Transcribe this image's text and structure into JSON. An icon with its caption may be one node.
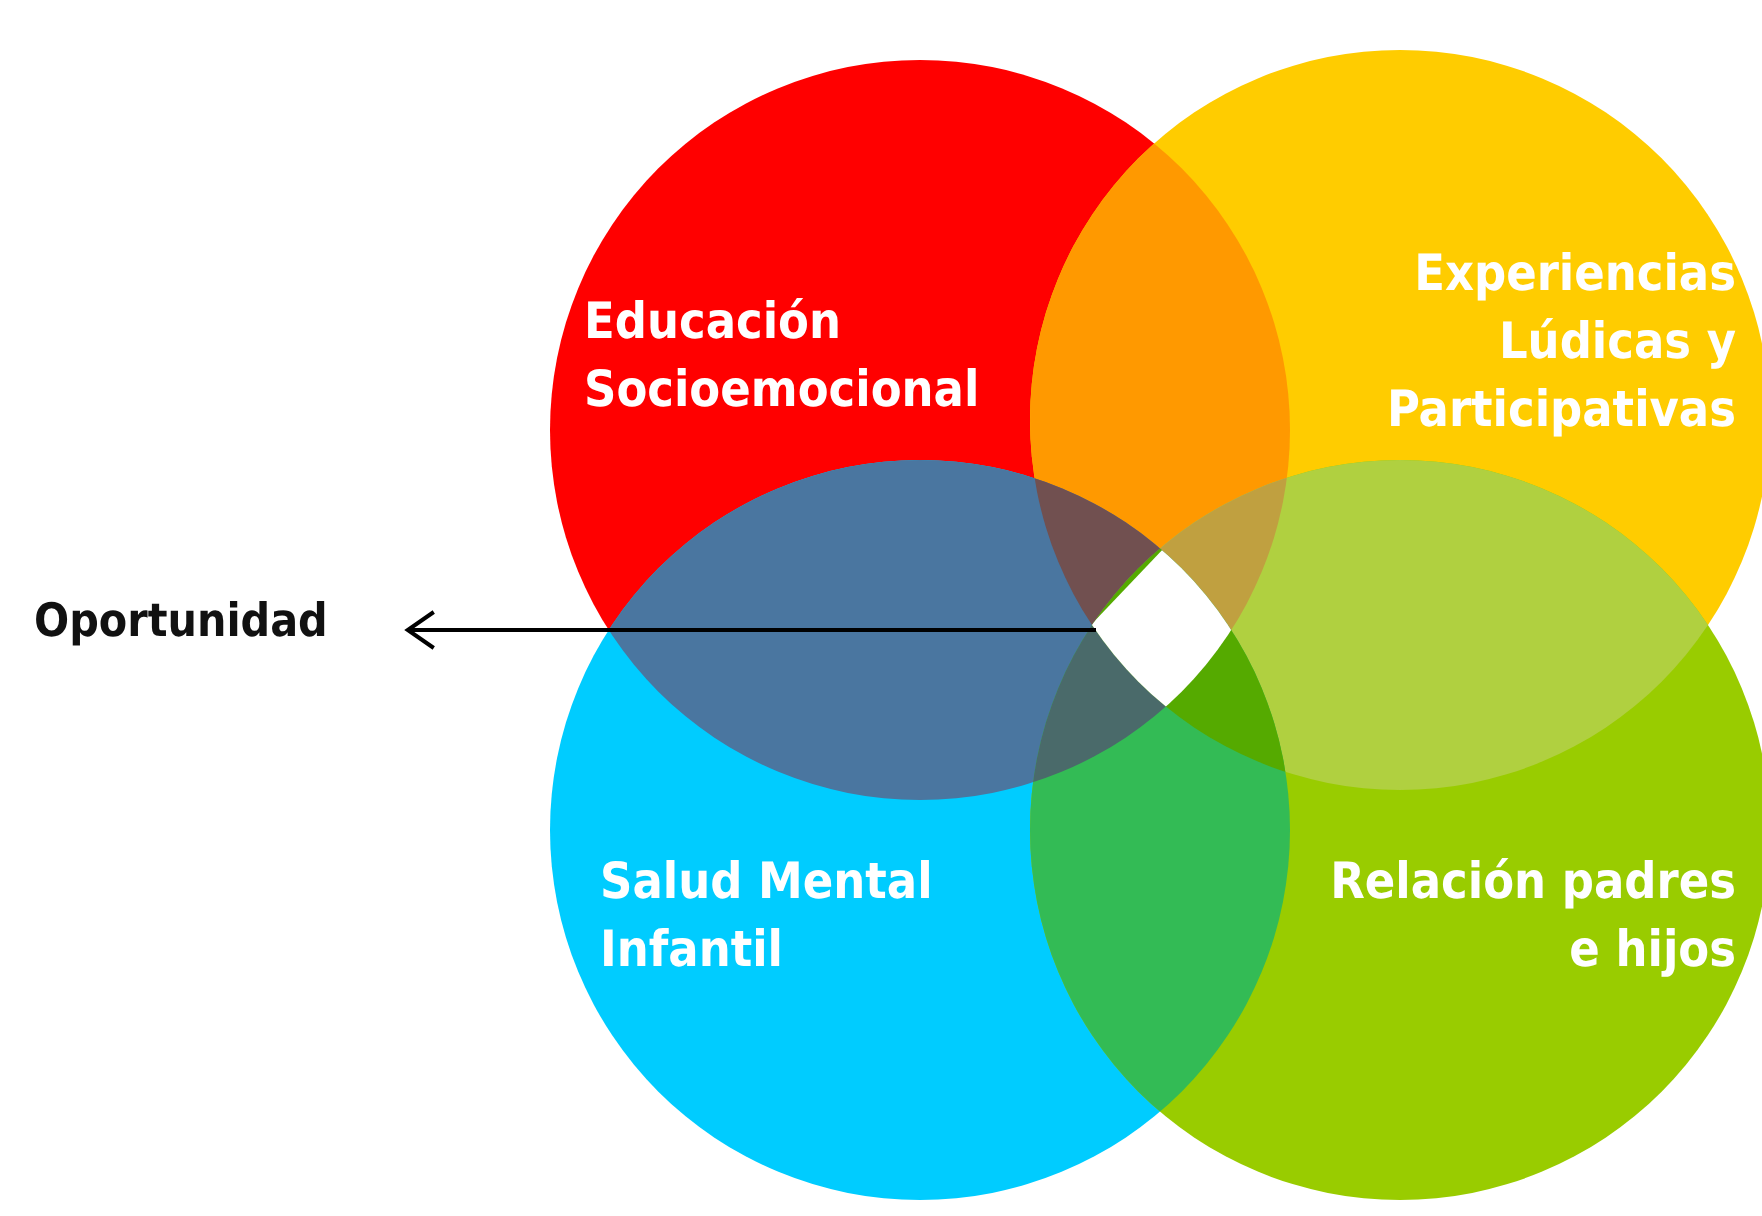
{
  "diagram": {
    "nodes": [
      {
        "text": [
          "Educación Socioemocional"
        ]
      },
      {
        "text": [
          "Experiencias Lúdicas y Participativas"
        ]
      },
      {
        "text": [
          "Salud Mental Infantil"
        ]
      },
      {
        "text": [
          "Relación padres e hijos"
        ]
      },
      {
        "text": [],
        "shape": "diamond"
      },
      {
        "text": [
          "Oportunidad"
        ]
      }
    ],
    "edges": [
      {
        "from": 4,
        "to": 5,
        "arrow": "to"
      }
    ]
  }
}
